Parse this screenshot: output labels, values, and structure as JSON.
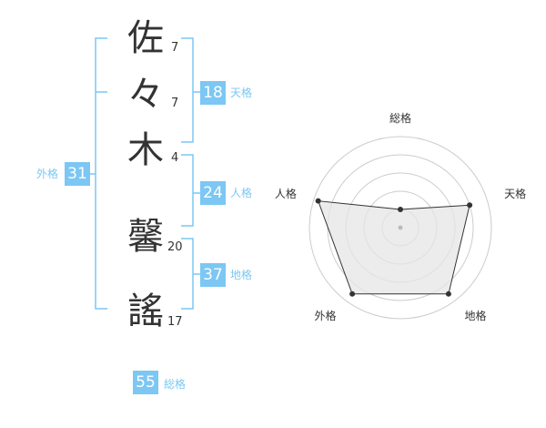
{
  "characters": [
    {
      "char": "佐",
      "strokes": "7"
    },
    {
      "char": "々",
      "strokes": "7"
    },
    {
      "char": "木",
      "strokes": "4"
    },
    {
      "char": "馨",
      "strokes": "20"
    },
    {
      "char": "謠",
      "strokes": "17"
    }
  ],
  "fortunes": {
    "tenkaku": {
      "value": "18",
      "label": "天格"
    },
    "jinkaku": {
      "value": "24",
      "label": "人格"
    },
    "chikaku": {
      "value": "37",
      "label": "地格"
    },
    "gaikaku": {
      "value": "31",
      "label": "外格"
    },
    "soukaku": {
      "value": "55",
      "label": "総格"
    }
  },
  "colors": {
    "accent": "#7cc7f3",
    "text": "#333333",
    "grid": "#cccccc",
    "fill": "#e6e6e6"
  },
  "chart_data": {
    "type": "radar",
    "axes": [
      "総格",
      "天格",
      "地格",
      "外格",
      "人格"
    ],
    "values": [
      0.2,
      0.8,
      0.9,
      0.9,
      0.95
    ],
    "rings": 5
  }
}
